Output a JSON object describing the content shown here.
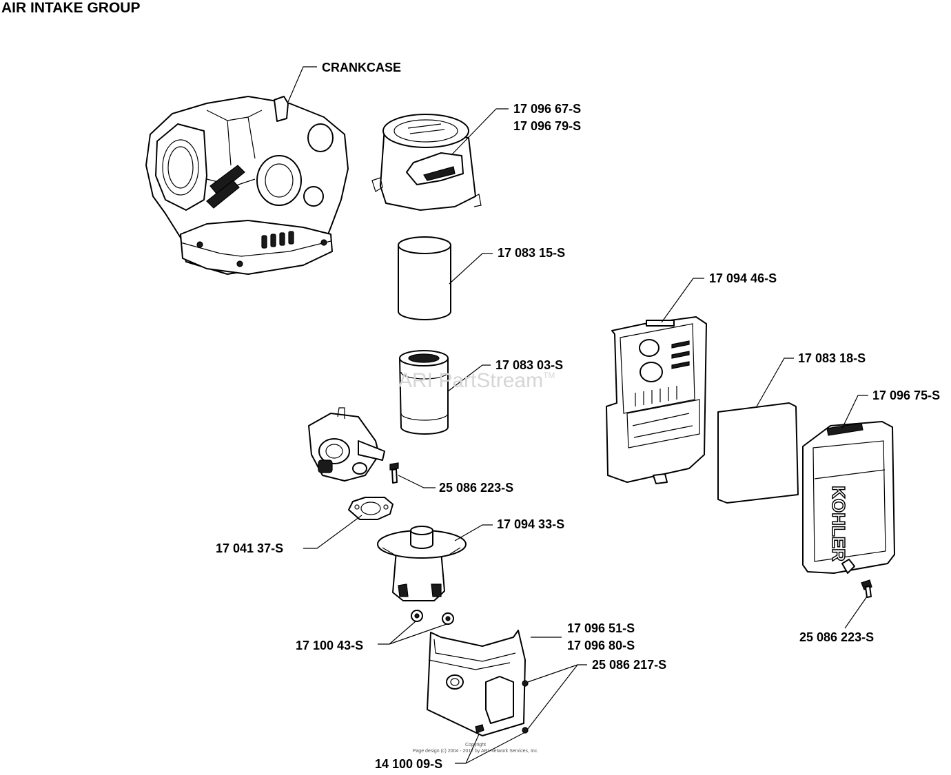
{
  "title": "AIR INTAKE GROUP",
  "labels": {
    "crankcase": "CRANKCASE",
    "air_cleaner_base_1": "17 096 67-S",
    "air_cleaner_base_2": "17 096 79-S",
    "precleaner": "17 083 15-S",
    "element": "17 083 03-S",
    "screw_carb": "25 086 223-S",
    "gasket": "17 041 37-S",
    "elbow": "17 094 33-S",
    "nut": "17 100 43-S",
    "shield_1": "17 096 51-S",
    "shield_2": "17 096 80-S",
    "screw_shield": "25 086 217-S",
    "bottom_screw": "14 100 09-S",
    "base_housing": "17 094 46-S",
    "panel_element": "17 083 18-S",
    "cover": "17 096 75-S",
    "screw_cover": "25 086 223-S",
    "brand": "KOHLER"
  },
  "watermark": {
    "text": "ARI PartStream",
    "tm": "TM"
  },
  "copyright": {
    "line1": "Copyright",
    "line2": "Page design (c) 2004 - 2017 by ARI Network Services, Inc."
  }
}
